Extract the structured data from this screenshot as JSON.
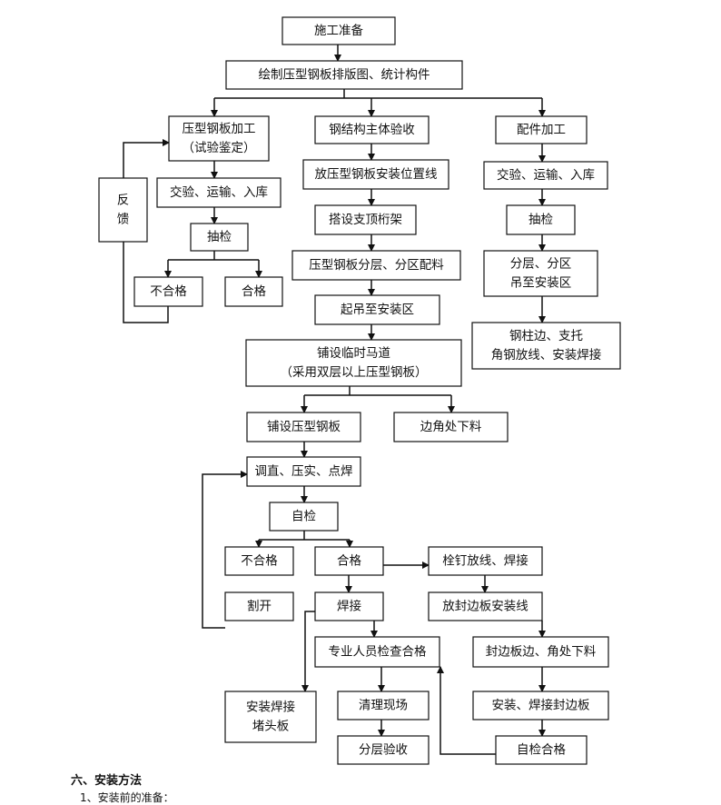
{
  "nodes": {
    "start": "施工准备",
    "drawing": "绘制压型钢板排版图、统计构件",
    "deck_process": [
      "压型钢板加工",
      "（试验鉴定）"
    ],
    "steel_accept": "钢结构主体验收",
    "parts_process": "配件加工",
    "feedback": [
      "反",
      "馈"
    ],
    "l_transport": "交验、运输、入库",
    "l_sample": "抽检",
    "l_fail": "不合格",
    "l_pass": "合格",
    "m_layout_line": "放压型钢板安装位置线",
    "m_truss": "搭设支顶桁架",
    "m_zone": "压型钢板分层、分区配料",
    "m_hoist": "起吊至安装区",
    "r_transport": "交验、运输、入库",
    "r_sample": "抽检",
    "r_zone": [
      "分层、分区",
      "吊至安装区"
    ],
    "r_column": [
      "钢柱边、支托",
      "角钢放线、安装焊接"
    ],
    "walkway": [
      "铺设临时马道",
      "（采用双层以上压型钢板）"
    ],
    "lay_deck": "铺设压型钢板",
    "corner_cut": "边角处下料",
    "adjust": "调直、压实、点焊",
    "self_check": "自检",
    "c_fail": "不合格",
    "c_pass": "合格",
    "stud": "栓钉放线、焊接",
    "cut": "割开",
    "weld": "焊接",
    "edge_line": "放封边板安装线",
    "inspect": "专业人员检查合格",
    "edge_cut": "封边板边、角处下料",
    "end_plate": [
      "安装焊接",
      "堵头板"
    ],
    "clean": "清理现场",
    "edge_weld": "安装、焊接封边板",
    "layer_accept": "分层验收",
    "final_check": "自检合格"
  },
  "footer": {
    "heading": "六、安装方法",
    "subheading": "1、安装前的准备："
  }
}
